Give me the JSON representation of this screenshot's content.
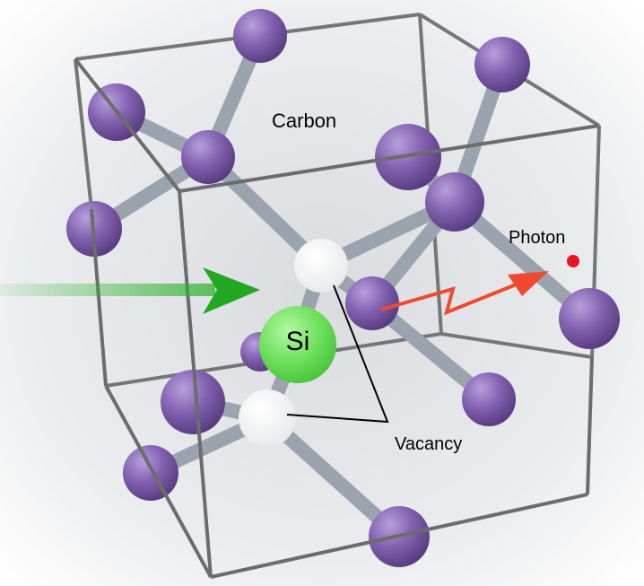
{
  "labels": {
    "carbon": "Carbon",
    "silicon": "Si",
    "photon": "Photon",
    "vacancy": "Vacancy"
  },
  "colors": {
    "carbon_atom": "#7a5aa6",
    "silicon_atom": "#6ee05a",
    "vacancy": "#f2f3f4",
    "bond": "#9aa2ae",
    "cube_frame": "#707070",
    "incoming_arrow": "#2fb32f",
    "emitted_arrow": "#ef4a2f",
    "photon_dot": "#e8141e"
  },
  "icons": {
    "incoming": "green-arrow-icon",
    "emitted": "red-zigzag-arrow-icon"
  }
}
